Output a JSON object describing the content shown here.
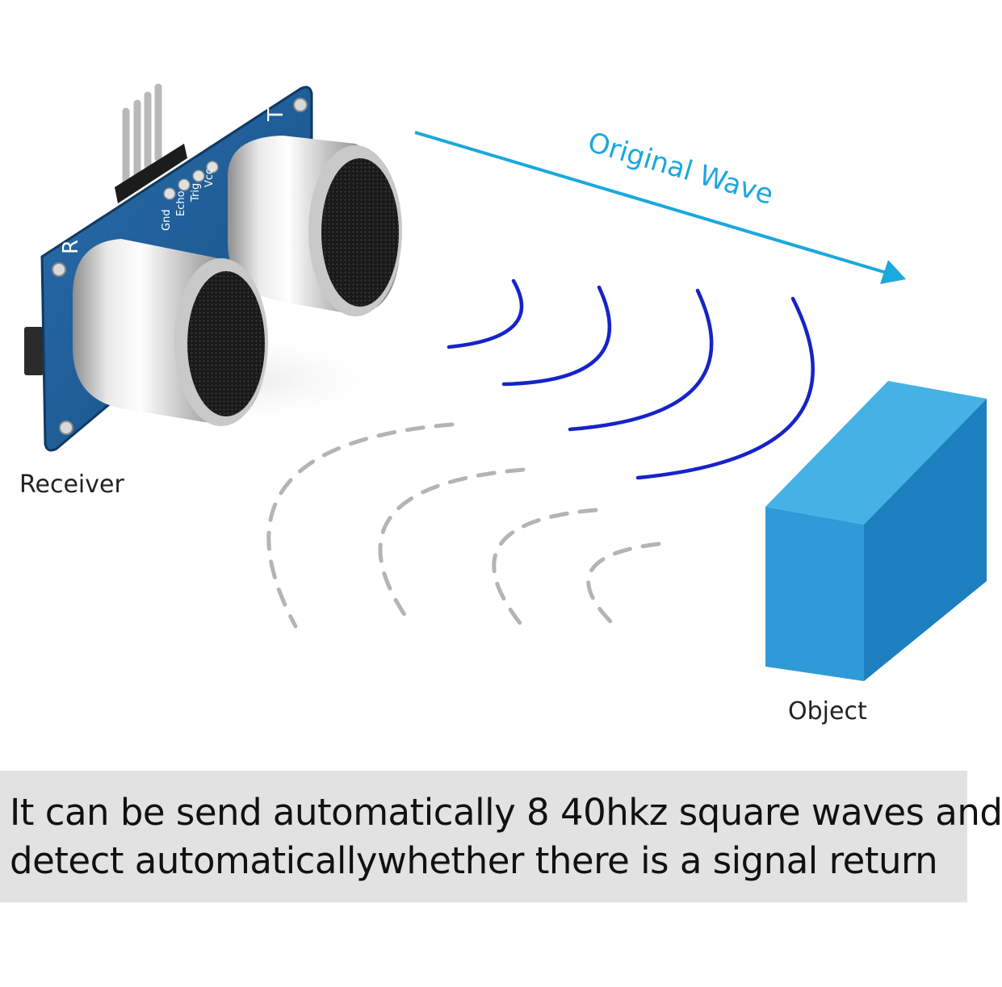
{
  "labels": {
    "original_wave": "Original Wave",
    "receiver": "Receiver",
    "object": "Object"
  },
  "sensor": {
    "pin_labels": [
      "Vcc",
      "Trig",
      "Echo",
      "Gnd"
    ],
    "transmitter_mark": "T",
    "receiver_mark": "R"
  },
  "caption": {
    "line1": "It can be send automatically 8 40hkz square waves and",
    "line2": "detect automaticallywhether there is a signal return"
  },
  "colors": {
    "wave_blue": "#1524c8",
    "arrow_cyan": "#1aa8dd",
    "echo_gray": "#b4b4b4",
    "object_front": "#2f9ad8",
    "object_top": "#45b1e5",
    "object_side": "#1d7fc0",
    "pcb_blue": "#1a5e9a"
  }
}
